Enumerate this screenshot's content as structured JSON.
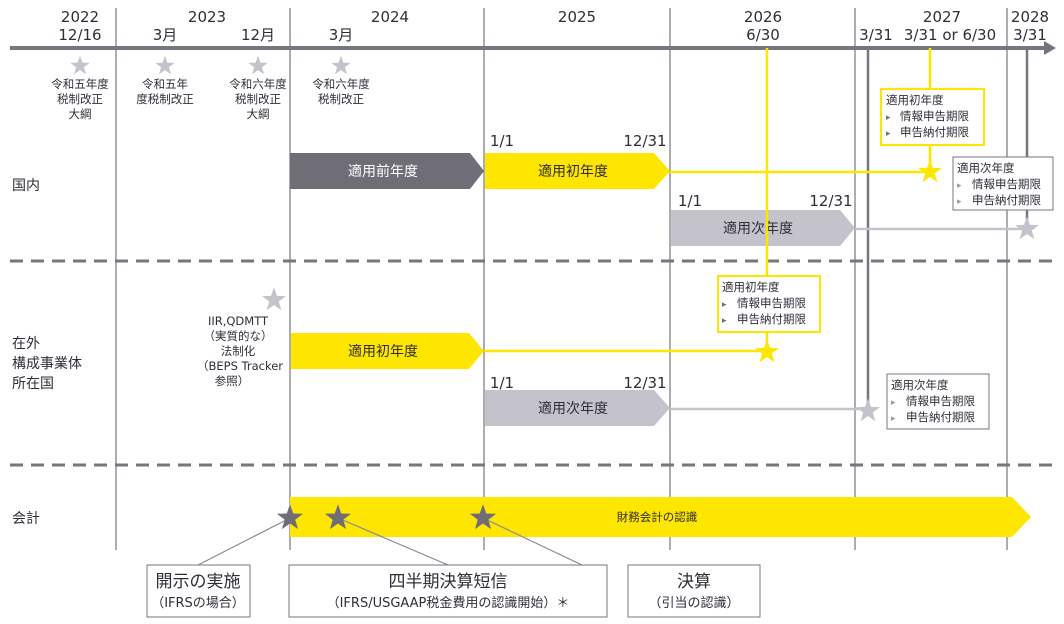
{
  "colors": {
    "yellow": "#ffe600",
    "dark_gray": "#6f6e77",
    "light_gray": "#c4c3cb",
    "line": "#77767f"
  },
  "header": {
    "y2022": "2022",
    "d2022": "12/16",
    "y2023": "2023",
    "d2023a": "3月",
    "d2023b": "12月",
    "y2024": "2024",
    "d2024": "3月",
    "y2025": "2025",
    "y2026": "2026",
    "d2026": "6/30",
    "y2027": "2027",
    "d2027a": "3/31",
    "d2027b": "3/31 or 6/30",
    "y2028": "2028",
    "d2028": "3/31"
  },
  "events": [
    {
      "lines": [
        "令和五年度",
        "税制改正",
        "大綱"
      ]
    },
    {
      "lines": [
        "令和五年",
        "度税制改正"
      ]
    },
    {
      "lines": [
        "令和六年度",
        "税制改正",
        "大綱"
      ]
    },
    {
      "lines": [
        "令和六年度",
        "税制改正"
      ]
    }
  ],
  "rows": {
    "domestic": "国内",
    "overseas": [
      "在外",
      "構成事業体",
      "所在国"
    ],
    "accounting": "会計"
  },
  "domestic": {
    "prior_year": "適用前年度",
    "first_year": "適用初年度",
    "next_year": "適用次年度",
    "first_start": "1/1",
    "first_end": "12/31",
    "next_start": "1/1",
    "next_end": "12/31",
    "first_box": {
      "title": "適用初年度",
      "items": [
        "情報申告期限",
        "申告納付期限"
      ]
    },
    "next_box": {
      "title": "適用次年度",
      "items": [
        "情報申告期限",
        "申告納付期限"
      ]
    }
  },
  "overseas": {
    "note": [
      "IIR,QDMTT",
      "（実質的な）",
      "法制化",
      "（BEPS Tracker",
      "参照）"
    ],
    "first_year": "適用初年度",
    "next_year": "適用次年度",
    "next_start": "1/1",
    "next_end": "12/31",
    "first_box": {
      "title": "適用初年度",
      "items": [
        "情報申告期限",
        "申告納付期限"
      ]
    },
    "next_box": {
      "title": "適用次年度",
      "items": [
        "情報申告期限",
        "申告納付期限"
      ]
    }
  },
  "accounting": {
    "bar": "財務会計の認識",
    "callouts": [
      {
        "title": "開示の実施",
        "sub": "（IFRSの場合）"
      },
      {
        "title": "四半期決算短信",
        "sub": "（IFRS/USGAAP税金費用の認識開始）＊"
      },
      {
        "title": "決算",
        "sub": "（引当の認識）"
      }
    ]
  },
  "bullet": "▸"
}
